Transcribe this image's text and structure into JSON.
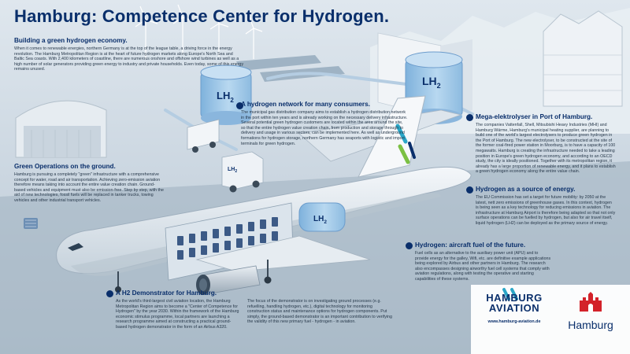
{
  "title": "Hamburg: Competence Center for Hydrogen.",
  "tank_label": "LH",
  "tank_sub": "2",
  "truck_label": "LH",
  "truck_sub": "2",
  "blocks": {
    "green_economy": {
      "heading": "Building a green hydrogen economy.",
      "text": "When it comes to renewable energies, northern Germany is at the top of the league table, a driving force in the energy revolution. The Hamburg Metropolitan Region is at the heart of future hydrogen markets along Europe's North Sea and Baltic Sea coasts. With 2,400 kilometers of coastline, there are numerous onshore and offshore wind turbines as well as a high number of solar generators providing green energy to industry and private households. Even today, some of this energy remains unused."
    },
    "network": {
      "heading": "A hydrogen network for many consumers.",
      "text": "The municipal gas distribution company aims to establish a hydrogen distribution network in the port within ten years and is already working on the necessary delivery infrastructure. Several potential green hydrogen customers are located within the area around the site, so that the entire hydrogen value creation chain, from production and storage through to delivery and usage in various sectors, can be implemented here. As well as underground formations for hydrogen storage, northern Germany has seaports with logistic and import terminals for green hydrogen."
    },
    "electrolyser": {
      "heading": "Mega-elektrolyser in Port of Hamburg.",
      "text": "The companies Vattenfall, Shell, Mitsubishi Heavy Industries (MHI) and Hamburg Wärme, Hamburg's municipal heating supplier, are planning to build one of the world's largest electrolysers to produce green hydrogen in the Port of Hamburg. The new electrolyser, to be constructed at the site of the former coal-fired power station in Moorburg, is to have a capacity of 100 megawatts. Hamburg is creating the infrastructure needed to take a leading position in Europe's green hydrogen economy, and according to an OECD study, the city is ideally positioned. Together with its metropolitan region, it already has a large proportion of renewable energy, and it plans to establish a green hydrogen economy along the entire value chain."
    },
    "ground_ops": {
      "heading": "Green Operations on the ground.",
      "text": "Hamburg is pursuing a completely \"green\" infrastructure with a comprehensive concept for water, road and air transportation. Achieving zero-emission aviation therefore means taking into account the entire value creation chain. Ground-based vehicles and equipment must also be emission-free. Step by step, with the aid of new technologies, fossil fuels will be replaced in tanker trucks, towing vehicles and other industrial transport vehicles."
    },
    "energy_source": {
      "heading": "Hydrogen as a source of energy.",
      "text": "The EU Commission has set a target for future mobility: by 2050 at the latest, nett zero emissions of greenhouse gases. In this context, hydrogen is being seen as a key technology for reducing emissions in aviation. The infrastructure at Hamburg Airport is therefore being adapted so that not only surface operations can be fuelled by hydrogen, but also for air travel itself, liquid hydrogen (LH2) can be deployed as the primary source of energy."
    },
    "aircraft_fuel": {
      "heading": "Hydrogen: aircraft fuel of the future.",
      "text": "Fuel cells as an alternative to the auxiliary power unit (APU) and to provide energy for the galley, Wifi, etc. are definitive example applications being explored by Airbus and other partners in Hamburg. The research also encompasses designing airworthy fuel cell systems that comply with aviation regulations, along with testing the operative and starting capabilities of these systems."
    },
    "demonstrator": {
      "heading": "A H2 Demonstrator for Hamburg.",
      "text": "As the world's third-largest civil aviation location, the Hamburg Metropolitan Region aims to become a \"Center of Competence for Hydrogen\" by the year 2030. Within the framework of the Hamburg economic stimulus programme, local partners are launching a research programme aimed at constructing a practical ground-based hydrogen demonstrator in the form of an Airbus A320."
    },
    "focus": {
      "text": "The focus of the demonstrator is on investigating ground processes (e.g. refuelling, handling hydrogen, etc.), digital technology for monitoring construction status and maintenance options for hydrogen components. Put simply, the ground-based demonstrator is an important contribution to verifying the validity of this new primary fuel - hydrogen - in aviation."
    }
  },
  "logos": {
    "airport_line1": "HAMBURG",
    "airport_line2": "AVIATION",
    "airport_url": "www.hamburg-aviation.de",
    "city": "Hamburg"
  },
  "colors": {
    "brand_blue": "#0a2f6b",
    "accent_green": "#7bc043",
    "accent_teal": "#2aa6c7",
    "tank_blue": "#9cc4e6"
  }
}
